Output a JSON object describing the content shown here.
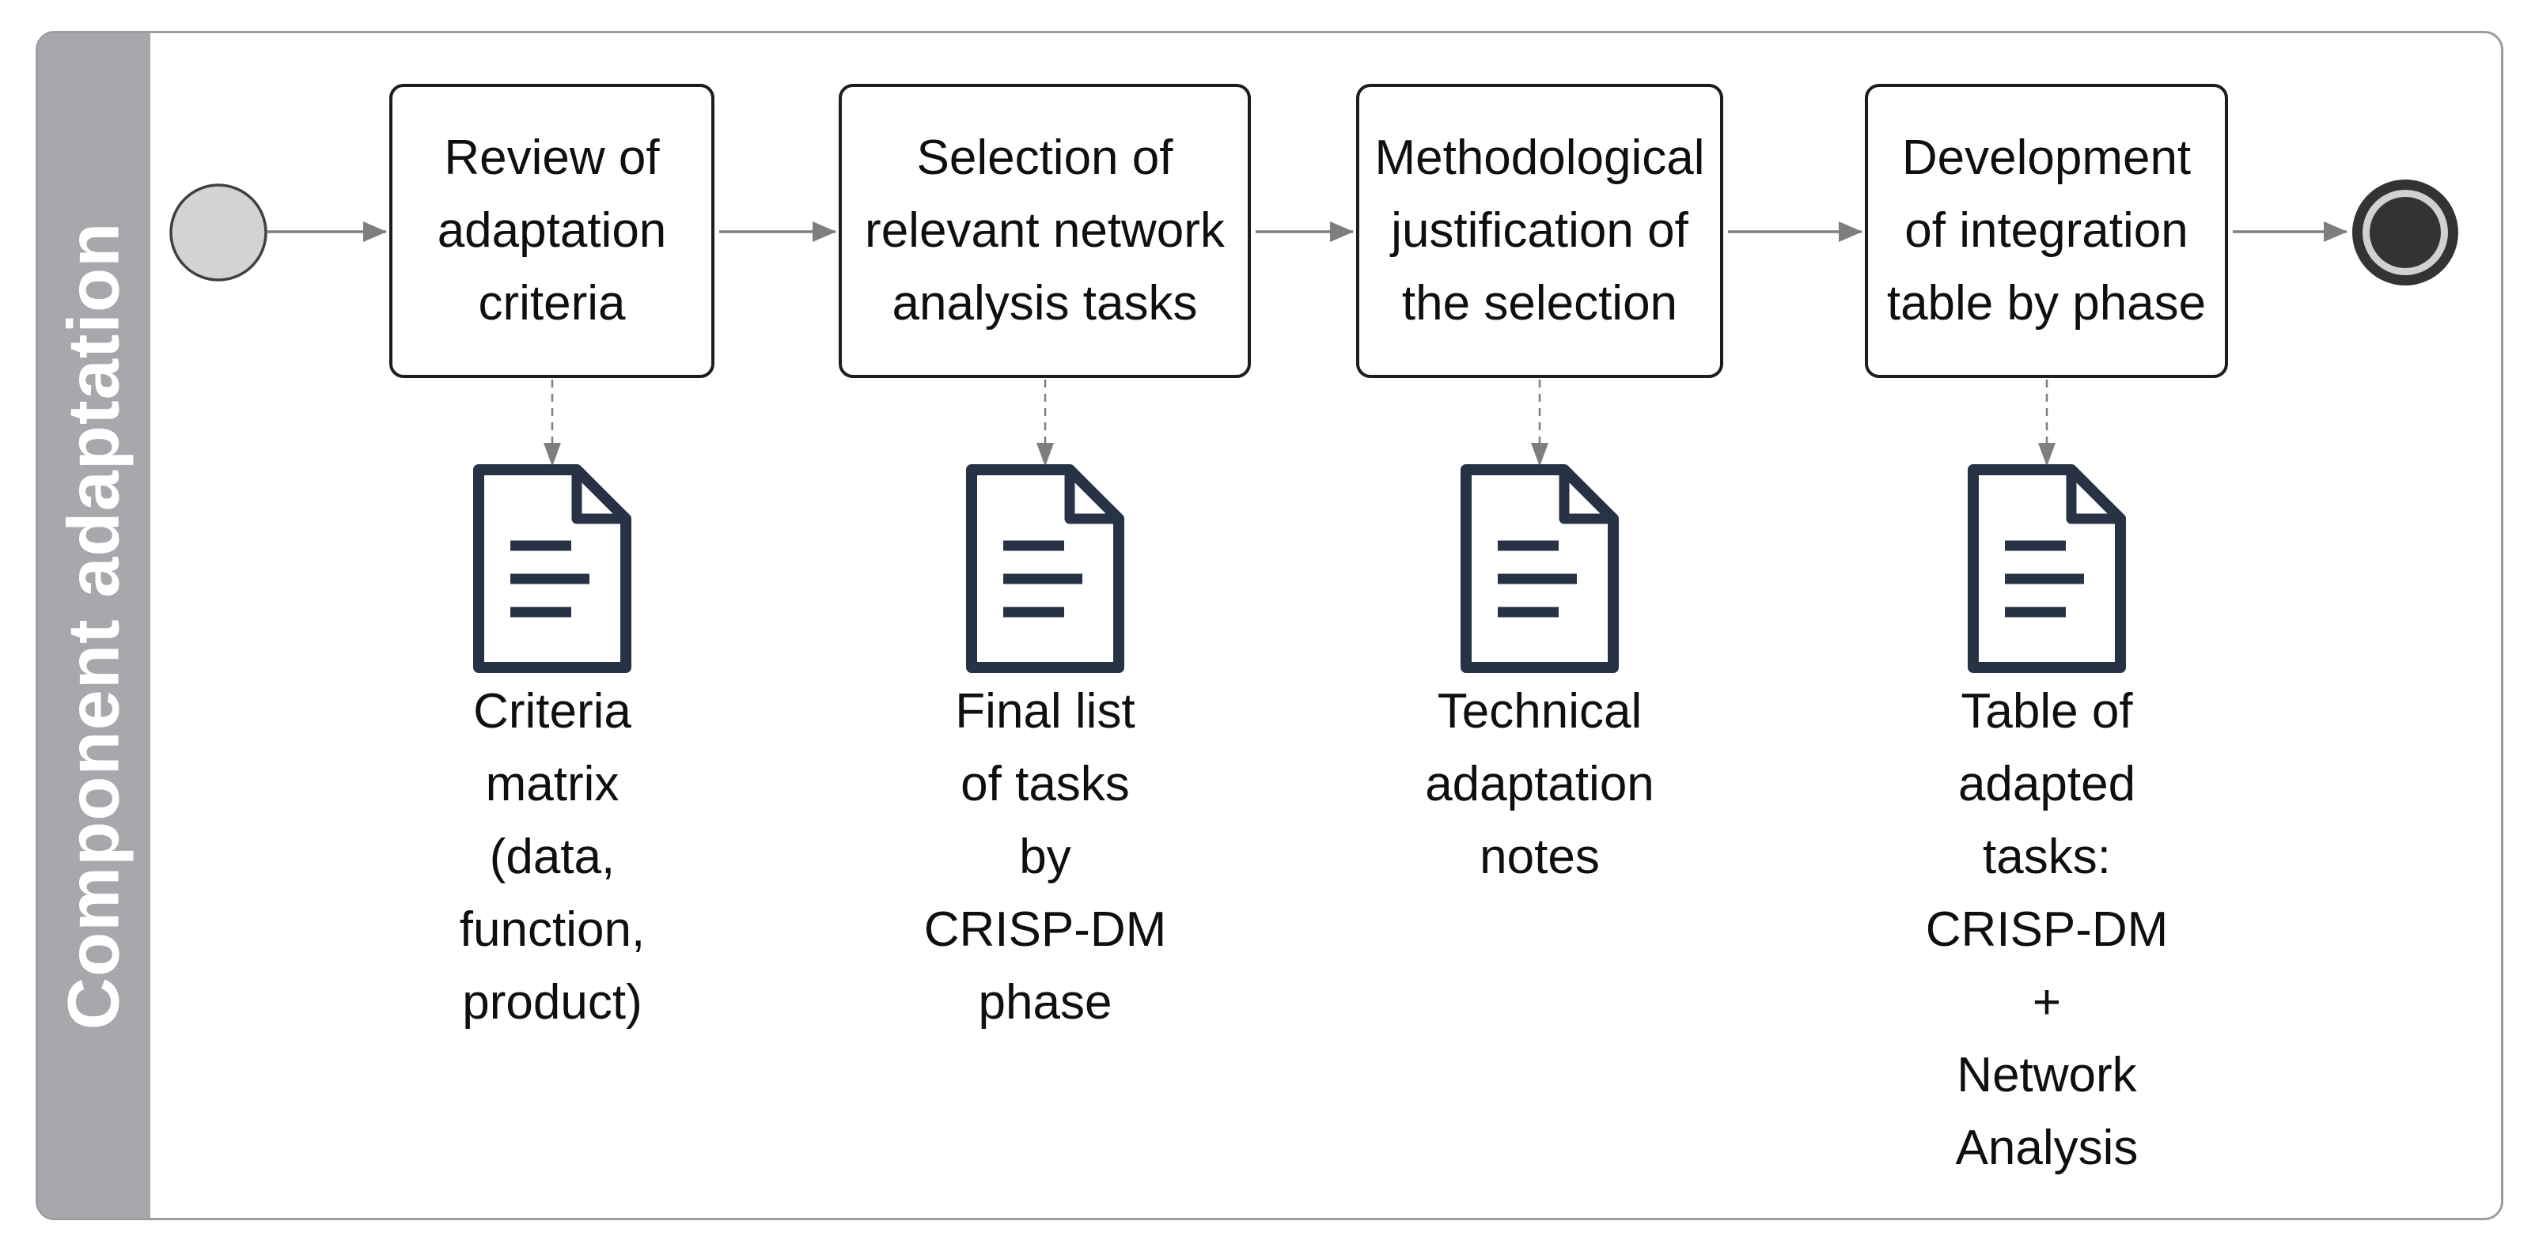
{
  "diagram": {
    "lane_title": "Component adaptation",
    "tasks": [
      {
        "id": "task-review-of-adaptation-criteria",
        "label": "Review of\nadaptation\ncriteria"
      },
      {
        "id": "task-selection-of-relevant-network-analysis-tasks",
        "label": "Selection of\nrelevant network\nanalysis tasks"
      },
      {
        "id": "task-methodological-justification-of-the-selection",
        "label": "Methodological\njustification of\nthe selection"
      },
      {
        "id": "task-development-of-integration-table-by-phase",
        "label": "Development\nof integration\ntable by phase"
      }
    ],
    "artifacts": [
      {
        "icon": "document-icon",
        "label": "Criteria\nmatrix\n(data,\nfunction,\nproduct)"
      },
      {
        "icon": "document-icon",
        "label": "Final list\nof tasks\nby\nCRISP-DM\nphase"
      },
      {
        "icon": "document-icon",
        "label": "Technical\nadaptation\nnotes"
      },
      {
        "icon": "document-icon",
        "label": "Table of\nadapted\ntasks:\nCRISP-DM\n+\nNetwork\nAnalysis"
      }
    ],
    "events": {
      "start": "start-event",
      "end": "end-event"
    },
    "colors": {
      "lane_fill": "#a7a8ac",
      "lane_text": "#ffffff",
      "pool_border": "#9c9da0",
      "task_border": "#1d1d1d",
      "text": "#0f0f0f",
      "arrow": "#7d7e80",
      "doc_icon_stroke": "#273345",
      "start_event_fill": "#d2d3d5",
      "start_event_stroke": "#3f3f3f",
      "end_event_dark": "#333333",
      "end_event_light": "#d0d1d3"
    }
  }
}
